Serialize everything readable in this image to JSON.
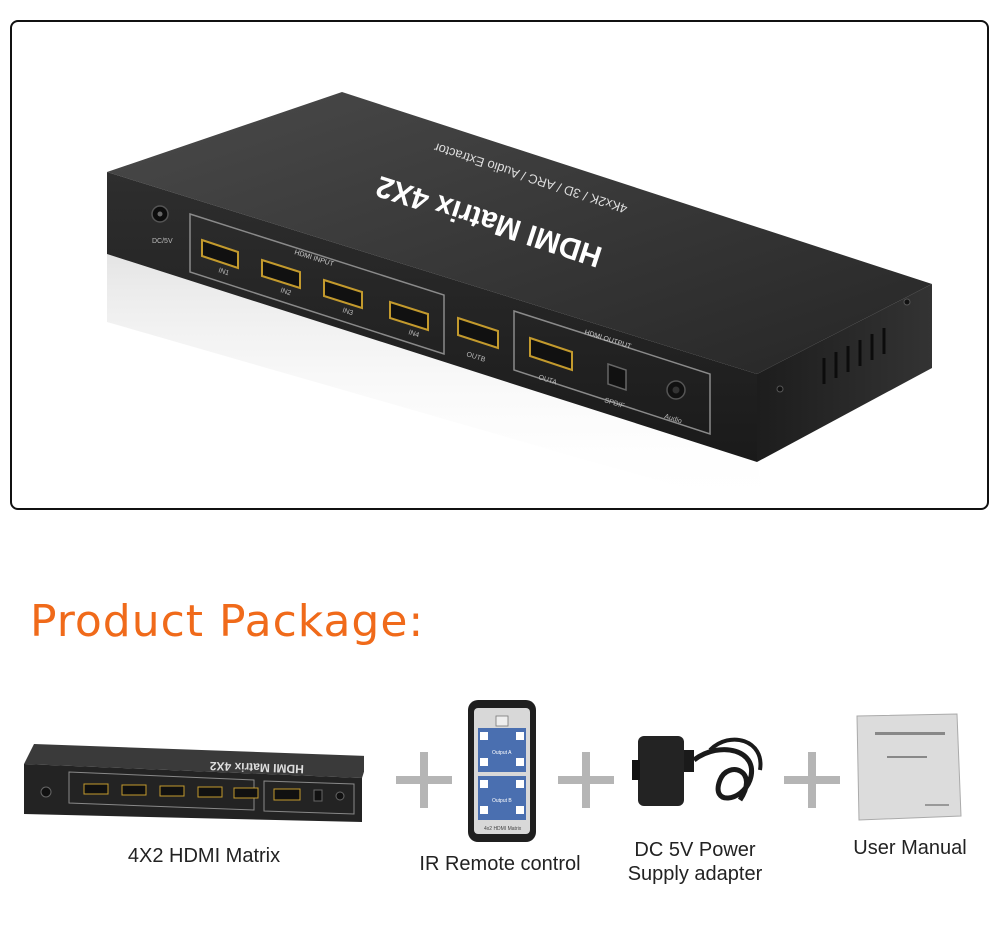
{
  "hero": {
    "brand": "HDMI Matrix 4X2",
    "subtitle": "4Kx2K / 3D / ARC / Audio Extractor",
    "input_group_label": "HDMI INPUT",
    "output_group_label": "HDMI OUTPUT",
    "ports": {
      "dc": "DC/5V",
      "in1": "IN1",
      "in2": "IN2",
      "in3": "IN3",
      "in4": "IN4",
      "outb": "OUTB",
      "outa": "OUTA",
      "spdif": "SPDIF",
      "audio": "Audio"
    }
  },
  "package": {
    "title": "Product Package:",
    "items": [
      {
        "id": "matrix",
        "caption": "4X2 HDMI Matrix"
      },
      {
        "id": "remote",
        "caption": "IR Remote control",
        "label_a": "Output A",
        "label_b": "Output B",
        "footer": "4x2 HDMI Matrix"
      },
      {
        "id": "adapter",
        "caption_line1": "DC 5V Power",
        "caption_line2": "Supply adapter"
      },
      {
        "id": "manual",
        "caption": "User Manual"
      }
    ]
  },
  "colors": {
    "title_orange": "#f06a1a",
    "device_body": "#2b2b2b",
    "plus_gray": "#b5b5b5"
  }
}
